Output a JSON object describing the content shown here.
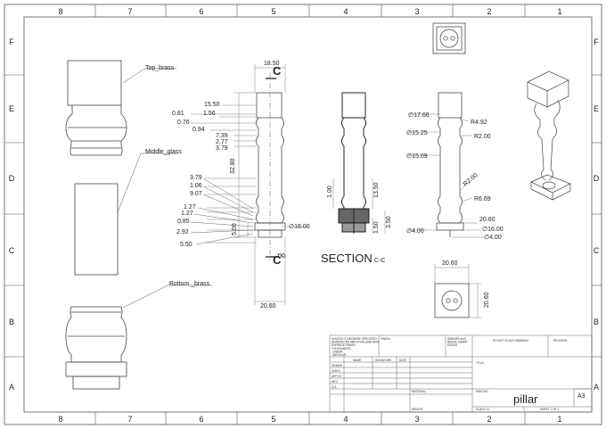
{
  "border": {
    "columns": [
      "8",
      "7",
      "6",
      "5",
      "4",
      "3",
      "2",
      "1"
    ],
    "rows": [
      "F",
      "E",
      "D",
      "C",
      "B",
      "A"
    ]
  },
  "parts": {
    "top": "Top_brass",
    "middle": "Middle_glass",
    "bottom": "Bottom _brass"
  },
  "dimensions": {
    "overall_width": "18.50",
    "section_marker": "C",
    "left_top": [
      "15.50",
      "0.81",
      "1.56",
      "0.76",
      "0.94",
      "7.39",
      "2.77",
      "3.79"
    ],
    "height": "32.80",
    "left_bottom": [
      "3.79",
      "1.06",
      "9.07",
      "1.27",
      "1.27",
      "0.85",
      "2.92",
      "5.50"
    ],
    "lower_5": "5.00",
    "dia_16": "∅16.00",
    "small_00": "00",
    "bottom_width": "20.60"
  },
  "section": {
    "label": "SECTION",
    "suffix": "C-C",
    "dims": [
      "1.00",
      "13.50",
      "1.50",
      "3.50"
    ]
  },
  "front_view": {
    "dims": [
      "∅17.66",
      "R4.92",
      "∅15.25",
      "R2.00",
      "∅15.09",
      "R2.00",
      "R6.69",
      "20.60",
      "∅4.00",
      "∅16.00",
      "∅4.00"
    ]
  },
  "bottom_view": {
    "width": "20.60",
    "height": "20.60"
  },
  "title_block": {
    "general_notes": "UNLESS OTHERWISE SPECIFIED:\nDIMENSIONS ARE IN MILLIMETERS\nSURFACE FINISH:\nTOLERANCES:\n  LINEAR:\n  ANGULAR:",
    "finish": "FINISH:",
    "deburr": "DEBURR AND\nBREAK SHARP\nEDGES",
    "do_not_scale": "DO NOT SCALE DRAWING",
    "revision": "REVISION",
    "col_name": "NAME",
    "col_signature": "SIGNATURE",
    "col_date": "DATE",
    "row_drawn": "DRAWN",
    "row_checked": "CHK'D",
    "row_approved": "APPV'D",
    "row_mfg": "MFG",
    "row_qa": "Q.A",
    "title_label": "TITLE:",
    "material": "MATERIAL:",
    "dwg_no": "DWG NO.",
    "part_name": "pillar",
    "size": "A3",
    "weight": "WEIGHT:",
    "scale": "SCALE:1:1",
    "sheet": "SHEET 1 OF 1"
  }
}
